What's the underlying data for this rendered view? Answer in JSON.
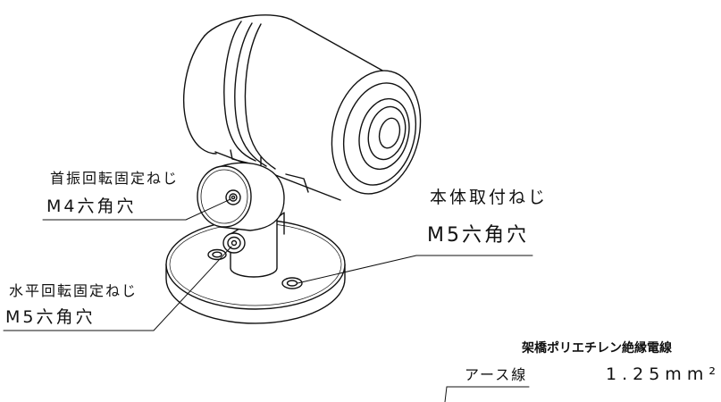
{
  "labels": {
    "pan_screw": {
      "name": "首振回転固定ねじ",
      "spec": "M4六角穴"
    },
    "tilt_screw": {
      "name": "水平回転固定ねじ",
      "spec": "M5六角穴"
    },
    "body_screw": {
      "name": "本体取付ねじ",
      "spec": "M5六角穴"
    },
    "ground_wire": {
      "type": "架橋ポリエチレン絶縁電線",
      "name": "アース線",
      "size": "1.25mm²"
    }
  }
}
